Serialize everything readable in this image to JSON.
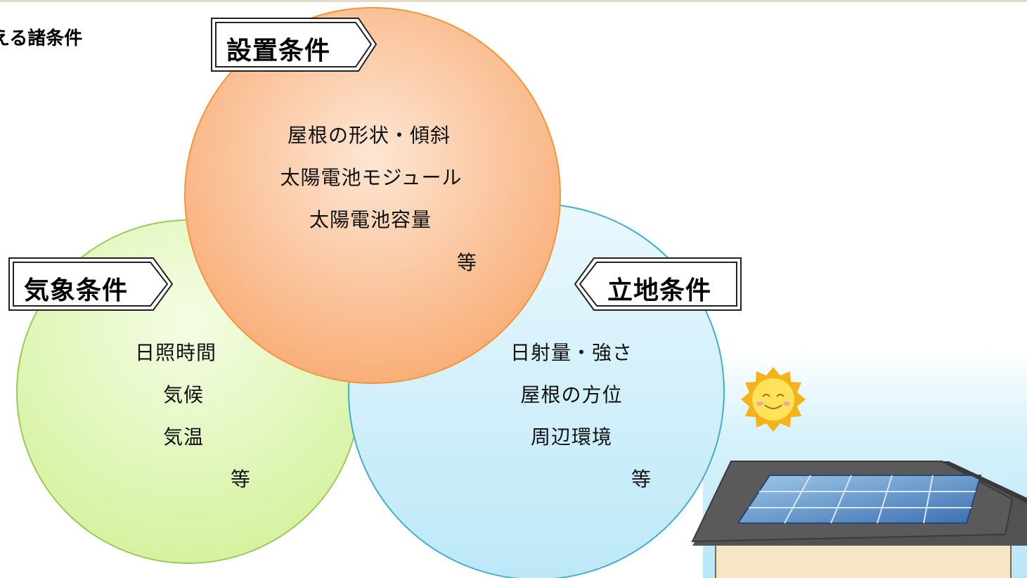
{
  "header": {
    "title": "える諸条件"
  },
  "installation": {
    "label": "設置条件",
    "items": [
      "屋根の形状・傾斜",
      "太陽電池モジュール",
      "太陽電池容量"
    ],
    "etc": "等"
  },
  "weather": {
    "label": "気象条件",
    "items": [
      "日照時間",
      "気候",
      "気温"
    ],
    "etc": "等"
  },
  "location": {
    "label": "立地条件",
    "items": [
      "日射量・強さ",
      "屋根の方位",
      "周辺環境"
    ],
    "etc": "等"
  },
  "colors": {
    "installation_fill": "#f9ae78",
    "installation_stroke": "#f0963c",
    "weather_fill": "#d9f4a8",
    "weather_stroke": "#9cc75a",
    "location_fill": "#c3ecfa",
    "location_stroke": "#3fb0cc"
  }
}
